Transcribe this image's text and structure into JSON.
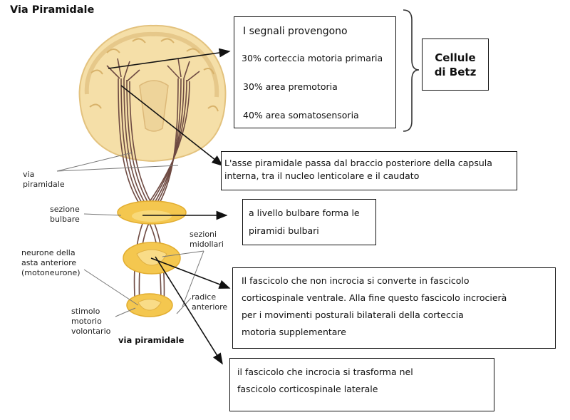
{
  "title": "Via Piramidale",
  "labels": {
    "via_piramidale_left": [
      "via",
      "piramidale"
    ],
    "sezione_bulbare": [
      "sezione",
      "bulbare"
    ],
    "sezioni_midollari": [
      "sezioni",
      "midollari"
    ],
    "neurone": [
      "neurone della",
      "asta anteriore",
      "(motoneurone)"
    ],
    "radice": [
      "radice",
      "anteriore"
    ],
    "stimolo": [
      "stimolo",
      "motorio",
      "volontario"
    ],
    "via_piramidale_bottom": "via piramidale"
  },
  "boxes": {
    "signals": {
      "heading": "I segnali provengono",
      "items": [
        "30% corteccia motoria primaria",
        "30% area premotoria",
        "40% area somatosensoria"
      ]
    },
    "betz": [
      "Cellule",
      "di Betz"
    ],
    "capsula": [
      "L'asse piramidale passa dal braccio posteriore della capsula",
      "interna, tra il nucleo lenticolare e il caudato"
    ],
    "bulbare": [
      "a livello bulbare forma le",
      "piramidi bulbari"
    ],
    "ventrale": [
      "Il fascicolo che non incrocia si converte in fascicolo",
      "corticospinale ventrale. Alla fine questo fascicolo incrocierà",
      "per i movimenti posturali bilaterali della corteccia",
      "motoria supplementare"
    ],
    "laterale": [
      "il fascicolo che incrocia si trasforma nel",
      "fascicolo corticospinale laterale"
    ]
  },
  "colors": {
    "brain_fill": "#f5dfa8",
    "tract": "#6e4a42",
    "section_fill": "#f4c74f"
  }
}
